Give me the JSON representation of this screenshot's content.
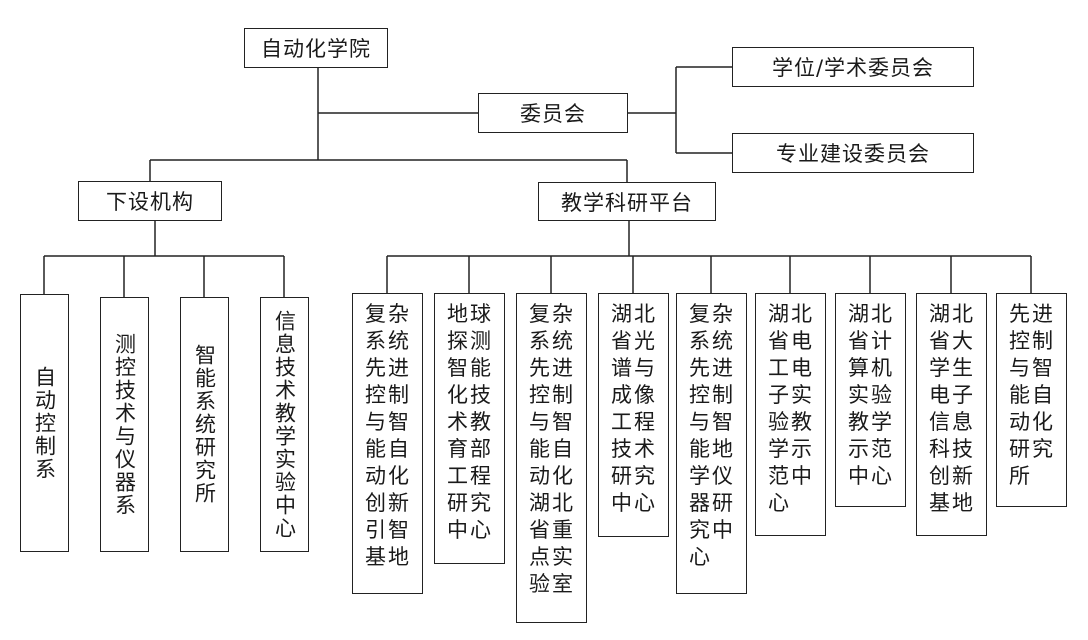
{
  "root": "自动化学院",
  "committee": {
    "label": "委员会",
    "children": [
      "学位/学术委员会",
      "专业建设委员会"
    ]
  },
  "departments": {
    "label": "下设机构",
    "children": [
      "自动控制系",
      "测控技术与仪器系",
      "智能系统研究所",
      "信息技术教学实验中心"
    ]
  },
  "platforms": {
    "label": "教学科研平台",
    "children": [
      "复杂系统先进控制与智能自动化创新引智基地",
      "地球探测智能化技术教育部工程研究中心",
      "复杂系统先进控制与智能自动化湖北省重点实验室",
      "湖北省光谱与成像工程技术研究中心",
      "复杂系统先进控制与智能地学仪器研究中心",
      "湖北省电工电子实验教学示范中心",
      "湖北省计算机实验教学示范中心",
      "湖北省大学生电子信息科技创新基地",
      "先进控制与智能自动化研究所"
    ]
  }
}
